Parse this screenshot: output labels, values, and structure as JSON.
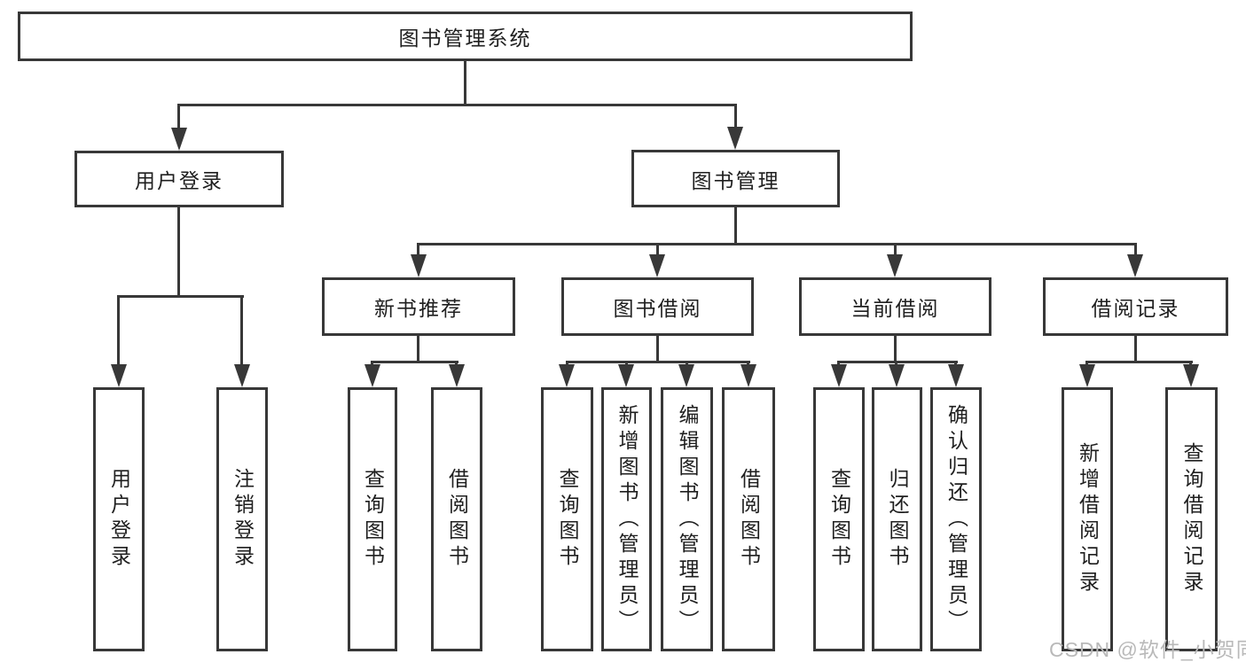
{
  "diagram": {
    "title": "图书管理系统",
    "root": {
      "label": "图书管理系统"
    },
    "level2": [
      {
        "id": "user-login",
        "label": "用户登录"
      },
      {
        "id": "book-management",
        "label": "图书管理"
      }
    ],
    "level3": [
      {
        "id": "new-book-recommendation",
        "label": "新书推荐"
      },
      {
        "id": "book-borrowing",
        "label": "图书借阅"
      },
      {
        "id": "current-borrowing",
        "label": "当前借阅"
      },
      {
        "id": "borrowing-records",
        "label": "借阅记录"
      }
    ],
    "leaves": [
      {
        "parent": "user-login",
        "label": "用户登录"
      },
      {
        "parent": "user-login",
        "label": "注销登录"
      },
      {
        "parent": "new-book-recommendation",
        "label": "查询图书"
      },
      {
        "parent": "new-book-recommendation",
        "label": "借阅图书"
      },
      {
        "parent": "book-borrowing",
        "label": "查询图书"
      },
      {
        "parent": "book-borrowing",
        "label": "新增图书（管理员）"
      },
      {
        "parent": "book-borrowing",
        "label": "编辑图书（管理员）"
      },
      {
        "parent": "book-borrowing",
        "label": "借阅图书"
      },
      {
        "parent": "current-borrowing",
        "label": "查询图书"
      },
      {
        "parent": "current-borrowing",
        "label": "归还图书"
      },
      {
        "parent": "current-borrowing",
        "label": "确认归还（管理员）"
      },
      {
        "parent": "borrowing-records",
        "label": "新增借阅记录"
      },
      {
        "parent": "borrowing-records",
        "label": "查询借阅记录"
      }
    ]
  },
  "watermark": {
    "text": "CSDN @软件_小贺同学"
  },
  "colors": {
    "line": "#383838",
    "text": "#1f1f1f",
    "background": "#ffffff",
    "watermark": "#b9b9b9"
  }
}
